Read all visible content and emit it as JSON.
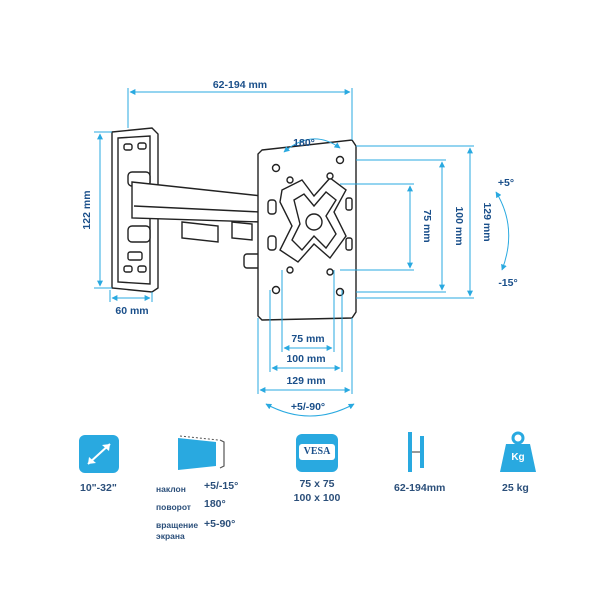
{
  "dimensions": {
    "arm_range": "62-194 mm",
    "rotation": "180°",
    "wall_height": "122 mm",
    "wall_width": "60 mm",
    "vesa_v75": "75 mm",
    "vesa_v100": "100 mm",
    "plate_height": "129 mm",
    "vesa_h75": "75 mm",
    "vesa_h100": "100 mm",
    "plate_width": "129 mm",
    "swivel": "+5/-90°",
    "tilt_up": "+5°",
    "tilt_down": "-15°"
  },
  "specs": {
    "screen_size": "10\"-32\"",
    "tilt_label": "наклон",
    "tilt_value": "+5/-15°",
    "swivel_label": "поворот",
    "swivel_value": "180°",
    "rotation_label_1": "вращение",
    "rotation_label_2": "экрана",
    "rotation_value": "+5-90°",
    "vesa_badge": "VESA",
    "vesa_1": "75 x 75",
    "vesa_2": "100 x 100",
    "depth": "62-194mm",
    "weight_badge": "Kg",
    "weight": "25 kg"
  },
  "colors": {
    "accent": "#29a9e0",
    "text": "#1a4f8a",
    "line": "#222222"
  },
  "icons": [
    "diagonal-arrow-icon",
    "tilt-screen-icon",
    "vesa-icon",
    "wall-depth-icon",
    "weight-icon"
  ]
}
